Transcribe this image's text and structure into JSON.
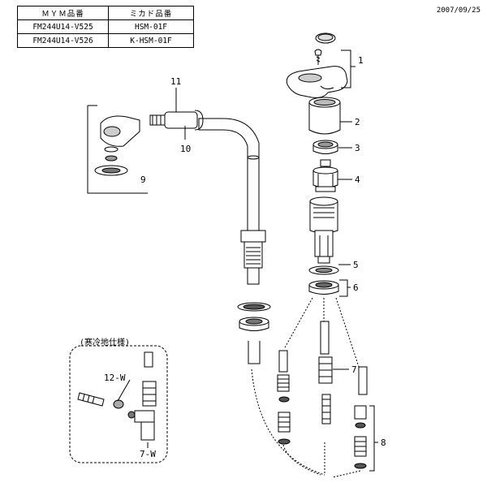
{
  "table": {
    "header": [
      "ＭＹＭ品番",
      "ミカド品番"
    ],
    "rows": [
      [
        "FM244U14-V525",
        "HSM-01F"
      ],
      [
        "FM244U14-V526",
        "K-HSM-01F"
      ]
    ]
  },
  "date": "2007/09/25",
  "callouts": {
    "p1": "1",
    "p2": "2",
    "p3": "3",
    "p4": "4",
    "p5": "5",
    "p6": "6",
    "p7": "7",
    "p8": "8",
    "p9": "9",
    "p10": "10",
    "p11": "11",
    "p12w": "12-W",
    "p7w": "7-W"
  },
  "inset_title": "(寒冷地仕様)"
}
